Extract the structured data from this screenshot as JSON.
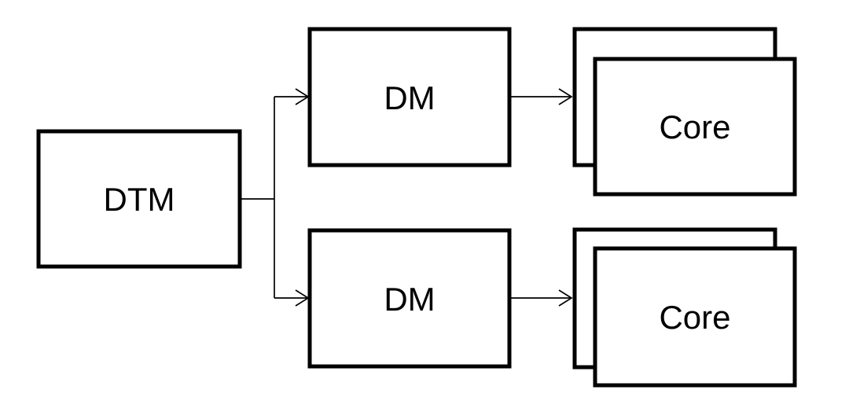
{
  "diagram": {
    "type": "block-diagram",
    "background_color": "#ffffff",
    "line_color": "#000000",
    "text_color": "#000000",
    "nodes": {
      "dtm": {
        "label": "DTM"
      },
      "dm_top": {
        "label": "DM"
      },
      "dm_bottom": {
        "label": "DM"
      },
      "core_top": {
        "label": "Core",
        "stacked": true
      },
      "core_bottom": {
        "label": "Core",
        "stacked": true
      }
    },
    "connections": [
      {
        "from": "dtm",
        "to": "dm_top",
        "arrow": "open"
      },
      {
        "from": "dtm",
        "to": "dm_bottom",
        "arrow": "open"
      },
      {
        "from": "dm_top",
        "to": "core_top",
        "arrow": "open"
      },
      {
        "from": "dm_bottom",
        "to": "core_bottom",
        "arrow": "open"
      }
    ]
  }
}
